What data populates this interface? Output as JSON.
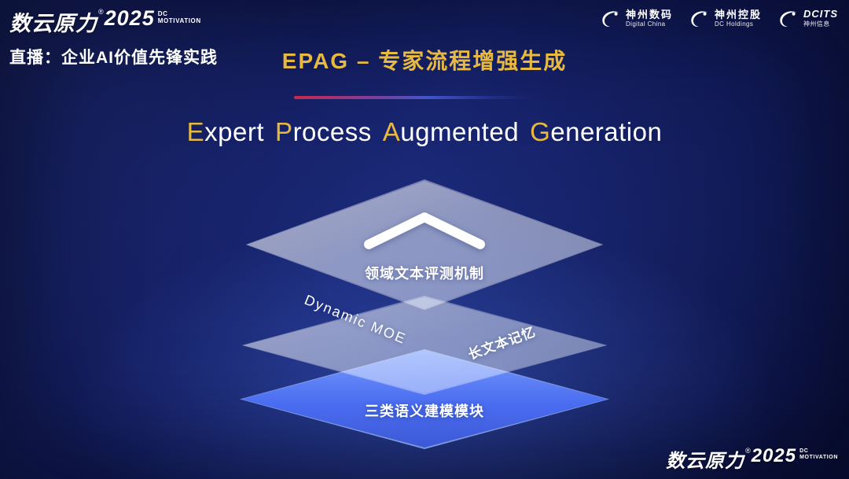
{
  "brand": {
    "name": "数云原力",
    "reg": "®",
    "year": "2025",
    "tag_line1": "DC",
    "tag_line2": "MOTIVATION"
  },
  "header": {
    "live_label": "直播：企业AI价值先锋实践",
    "title": "EPAG – 专家流程增强生成"
  },
  "logos": [
    {
      "line1": "神州数码",
      "line2": "Digital China"
    },
    {
      "line1": "神州控股",
      "line2": "DC Holdings"
    },
    {
      "line1": "DCITS",
      "line2": "神州信息"
    }
  ],
  "subtitle_words": [
    {
      "head": "E",
      "tail": "xpert"
    },
    {
      "head": "P",
      "tail": "rocess"
    },
    {
      "head": "A",
      "tail": "ugmented"
    },
    {
      "head": "G",
      "tail": "eneration"
    }
  ],
  "diagram": {
    "top_layer_label": "领域文本评测机制",
    "mid_layer_label_left": "Dynamic  MOE",
    "mid_layer_label_right": "长文本记忆",
    "bottom_layer_label": "三类语义建模模块"
  },
  "colors": {
    "accent_gold": "#e8b93f",
    "layer_blue": "#4a6cf0",
    "background_navy": "#121c5e"
  }
}
